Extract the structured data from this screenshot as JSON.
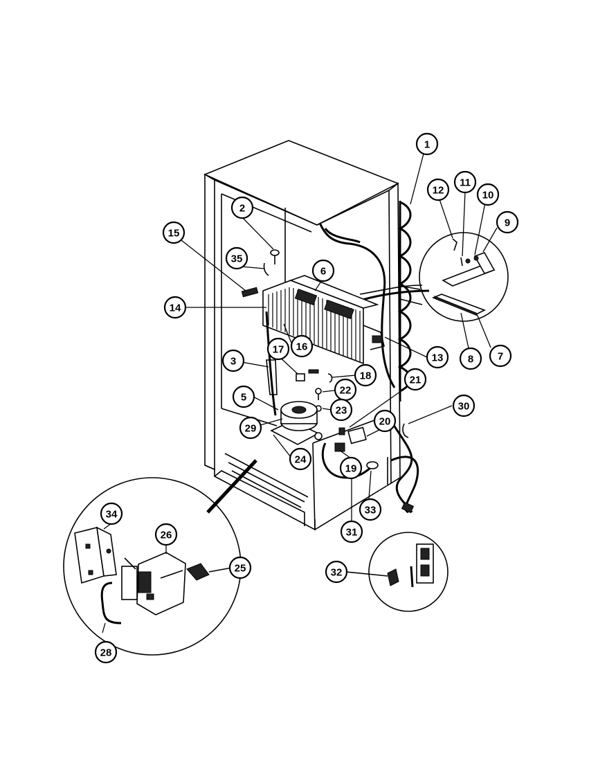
{
  "diagram": {
    "callouts": [
      {
        "id": "1",
        "label": "1"
      },
      {
        "id": "2",
        "label": "2"
      },
      {
        "id": "3",
        "label": "3"
      },
      {
        "id": "5",
        "label": "5"
      },
      {
        "id": "6",
        "label": "6"
      },
      {
        "id": "7",
        "label": "7"
      },
      {
        "id": "8",
        "label": "8"
      },
      {
        "id": "9",
        "label": "9"
      },
      {
        "id": "10",
        "label": "10"
      },
      {
        "id": "11",
        "label": "11"
      },
      {
        "id": "12",
        "label": "12"
      },
      {
        "id": "13",
        "label": "13"
      },
      {
        "id": "14",
        "label": "14"
      },
      {
        "id": "15",
        "label": "15"
      },
      {
        "id": "16",
        "label": "16"
      },
      {
        "id": "17",
        "label": "17"
      },
      {
        "id": "18",
        "label": "18"
      },
      {
        "id": "19",
        "label": "19"
      },
      {
        "id": "20",
        "label": "20"
      },
      {
        "id": "21",
        "label": "21"
      },
      {
        "id": "22",
        "label": "22"
      },
      {
        "id": "23",
        "label": "23"
      },
      {
        "id": "24",
        "label": "24"
      },
      {
        "id": "25",
        "label": "25"
      },
      {
        "id": "26",
        "label": "26"
      },
      {
        "id": "28",
        "label": "28"
      },
      {
        "id": "29",
        "label": "29"
      },
      {
        "id": "30",
        "label": "30"
      },
      {
        "id": "31",
        "label": "31"
      },
      {
        "id": "32",
        "label": "32"
      },
      {
        "id": "33",
        "label": "33"
      },
      {
        "id": "34",
        "label": "34"
      },
      {
        "id": "35",
        "label": "35"
      }
    ]
  }
}
